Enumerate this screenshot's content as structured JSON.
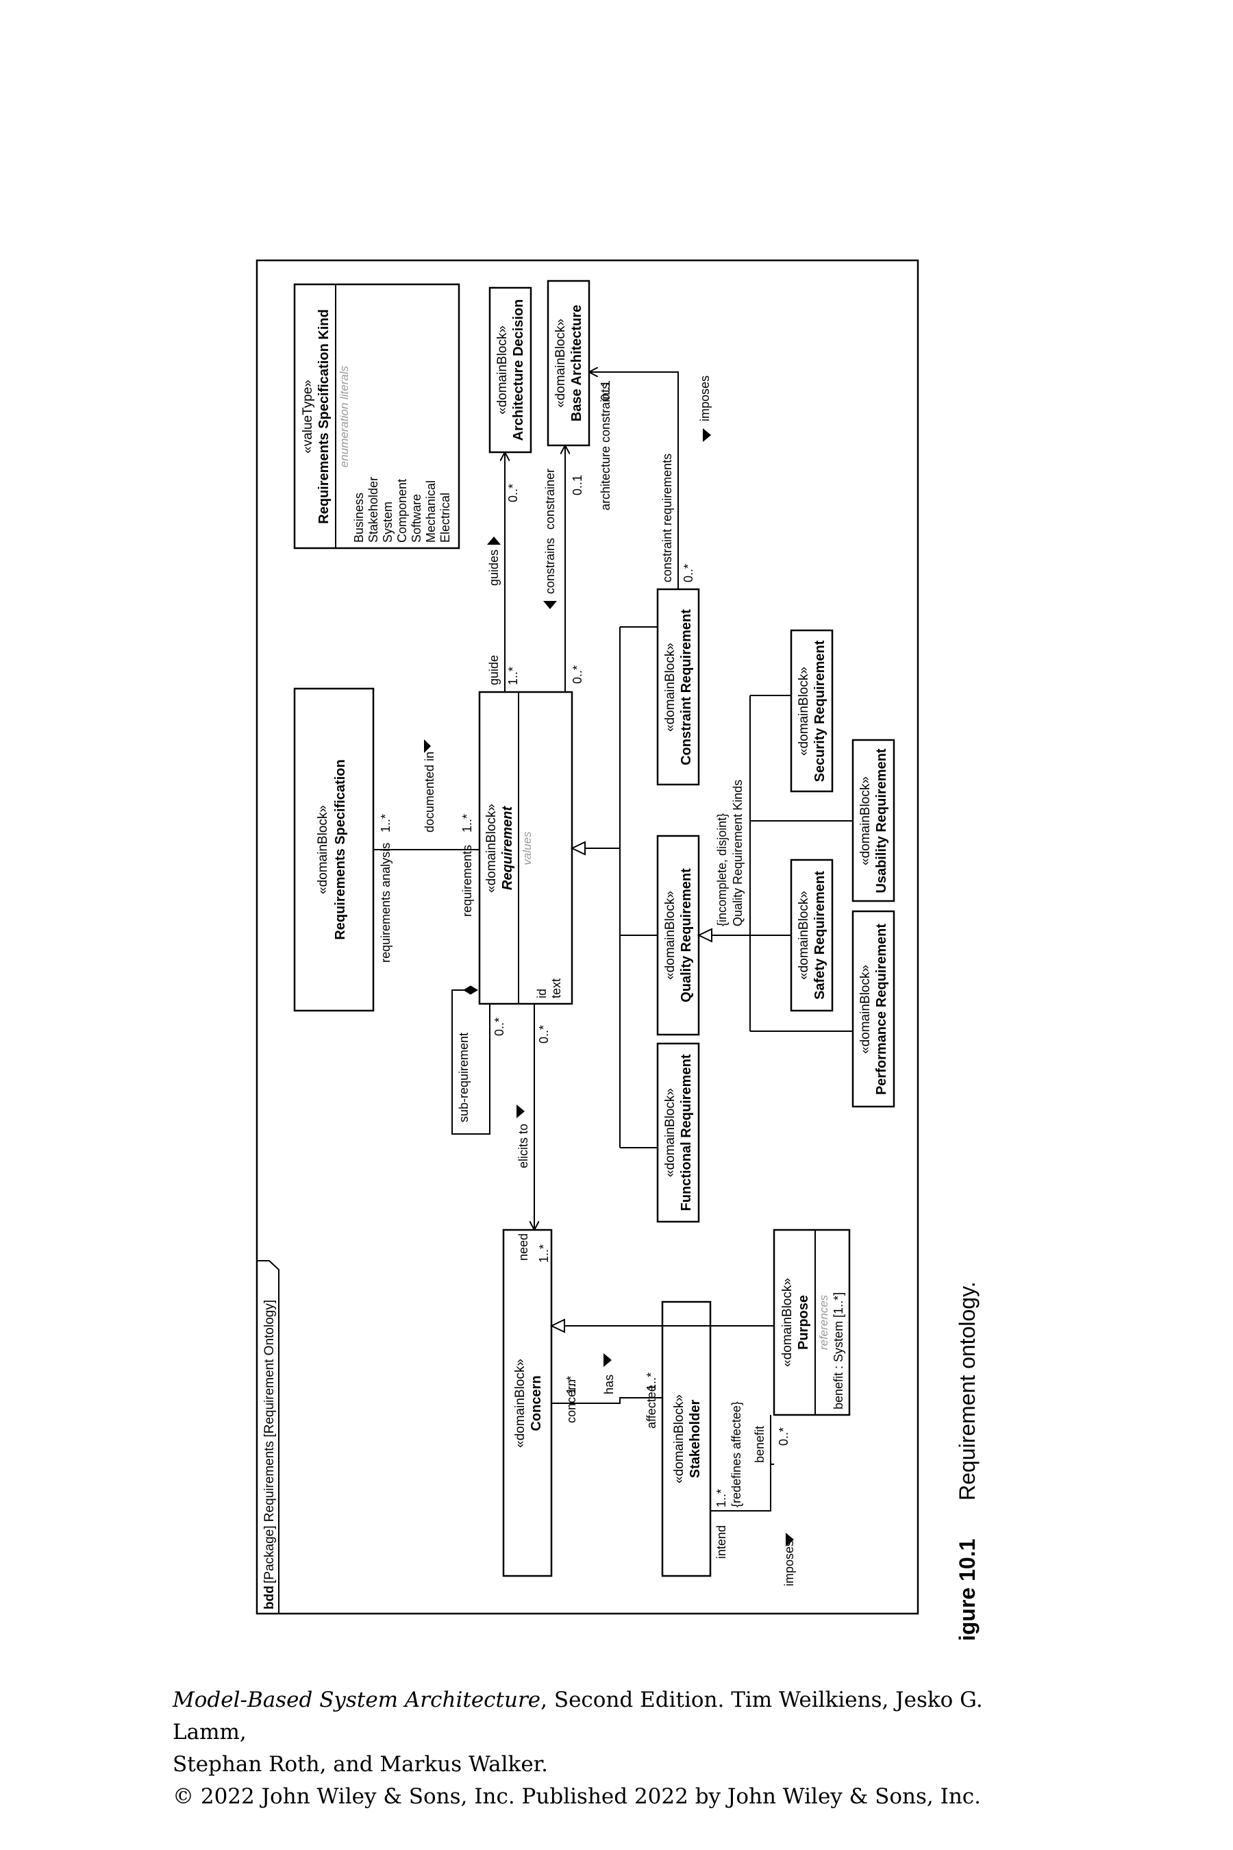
{
  "frame": {
    "kind": "bdd",
    "title": "[Package] Requirements [Requirement Ontology]"
  },
  "blocks": {
    "value_type": {
      "stereotype": "«valueType»",
      "name": "Requirements Specification Kind",
      "section": "enumeration literals",
      "literals": [
        "Business",
        "Stakeholder",
        "System",
        "Component",
        "Software",
        "Mechanical",
        "Electrical"
      ]
    },
    "arch_decision": {
      "stereotype": "«domainBlock»",
      "name": "Architecture Decision"
    },
    "base_arch": {
      "stereotype": "«domainBlock»",
      "name": "Base Architecture"
    },
    "req_spec": {
      "stereotype": "«domainBlock»",
      "name": "Requirements Specification"
    },
    "requirement": {
      "stereotype": "«domainBlock»",
      "name": "Requirement",
      "section": "values",
      "values": [
        "id",
        "text"
      ]
    },
    "concern": {
      "stereotype": "«domainBlock»",
      "name": "Concern"
    },
    "stakeholder": {
      "stereotype": "«domainBlock»",
      "name": "Stakeholder"
    },
    "purpose": {
      "stereotype": "«domainBlock»",
      "name": "Purpose",
      "section": "references",
      "values": [
        "benefit : System [1..*]"
      ]
    },
    "functional": {
      "stereotype": "«domainBlock»",
      "name": "Functional Requirement"
    },
    "quality": {
      "stereotype": "«domainBlock»",
      "name": "Quality Requirement"
    },
    "constraint": {
      "stereotype": "«domainBlock»",
      "name": "Constraint Requirement"
    },
    "safety": {
      "stereotype": "«domainBlock»",
      "name": "Safety Requirement"
    },
    "security": {
      "stereotype": "«domainBlock»",
      "name": "Security Requirement"
    },
    "performance": {
      "stereotype": "«domainBlock»",
      "name": "Performance Requirement"
    },
    "usability": {
      "stereotype": "«domainBlock»",
      "name": "Usability Requirement"
    }
  },
  "labels": {
    "requirements_analysis": "requirements analysis",
    "mult_1_star": "1..*",
    "mult_0_star": "0..*",
    "mult_0_1": "0..1",
    "documented_in": "documented in",
    "requirements": "requirements",
    "guide": "guide",
    "guides": "guides",
    "constrains": "constrains",
    "constrainer": "constrainer",
    "architecture_constraints": "architecture constraints",
    "constraint_requirements": "constraint requirements",
    "imposes": "imposes",
    "sub_requirement": "sub-requirement",
    "elicits_to": "elicits to",
    "need": "need",
    "concern": "concern",
    "has": "has",
    "affectee": "affectee",
    "redefines_affectee": "{redefines affectee}",
    "intend": "intend",
    "benefit": "benefit",
    "gs_constraint": "{incomplete, disjoint}",
    "gs_name": "Quality Requirement Kinds"
  },
  "caption": {
    "number": "igure 10.1",
    "text": "Requirement ontology."
  },
  "credits": {
    "book_title": "Model-Based System Architecture",
    "line1_rest": ", Second Edition. Tim Weilkiens, Jesko G. Lamm,",
    "line2": "Stephan Roth, and Markus Walker.",
    "line3": "© 2022 John Wiley & Sons, Inc. Published 2022 by John Wiley & Sons, Inc."
  }
}
